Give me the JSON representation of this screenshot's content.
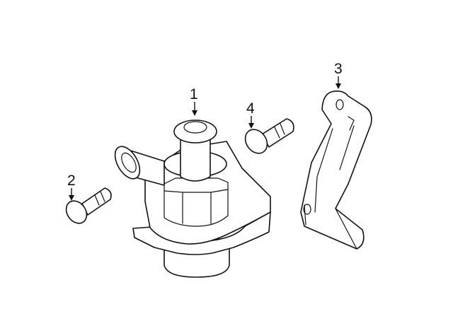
{
  "callouts": [
    {
      "id": "1",
      "label": "1"
    },
    {
      "id": "2",
      "label": "2"
    },
    {
      "id": "3",
      "label": "3"
    },
    {
      "id": "4",
      "label": "4"
    }
  ],
  "colors": {
    "line": "#111111",
    "background": "#ffffff"
  }
}
